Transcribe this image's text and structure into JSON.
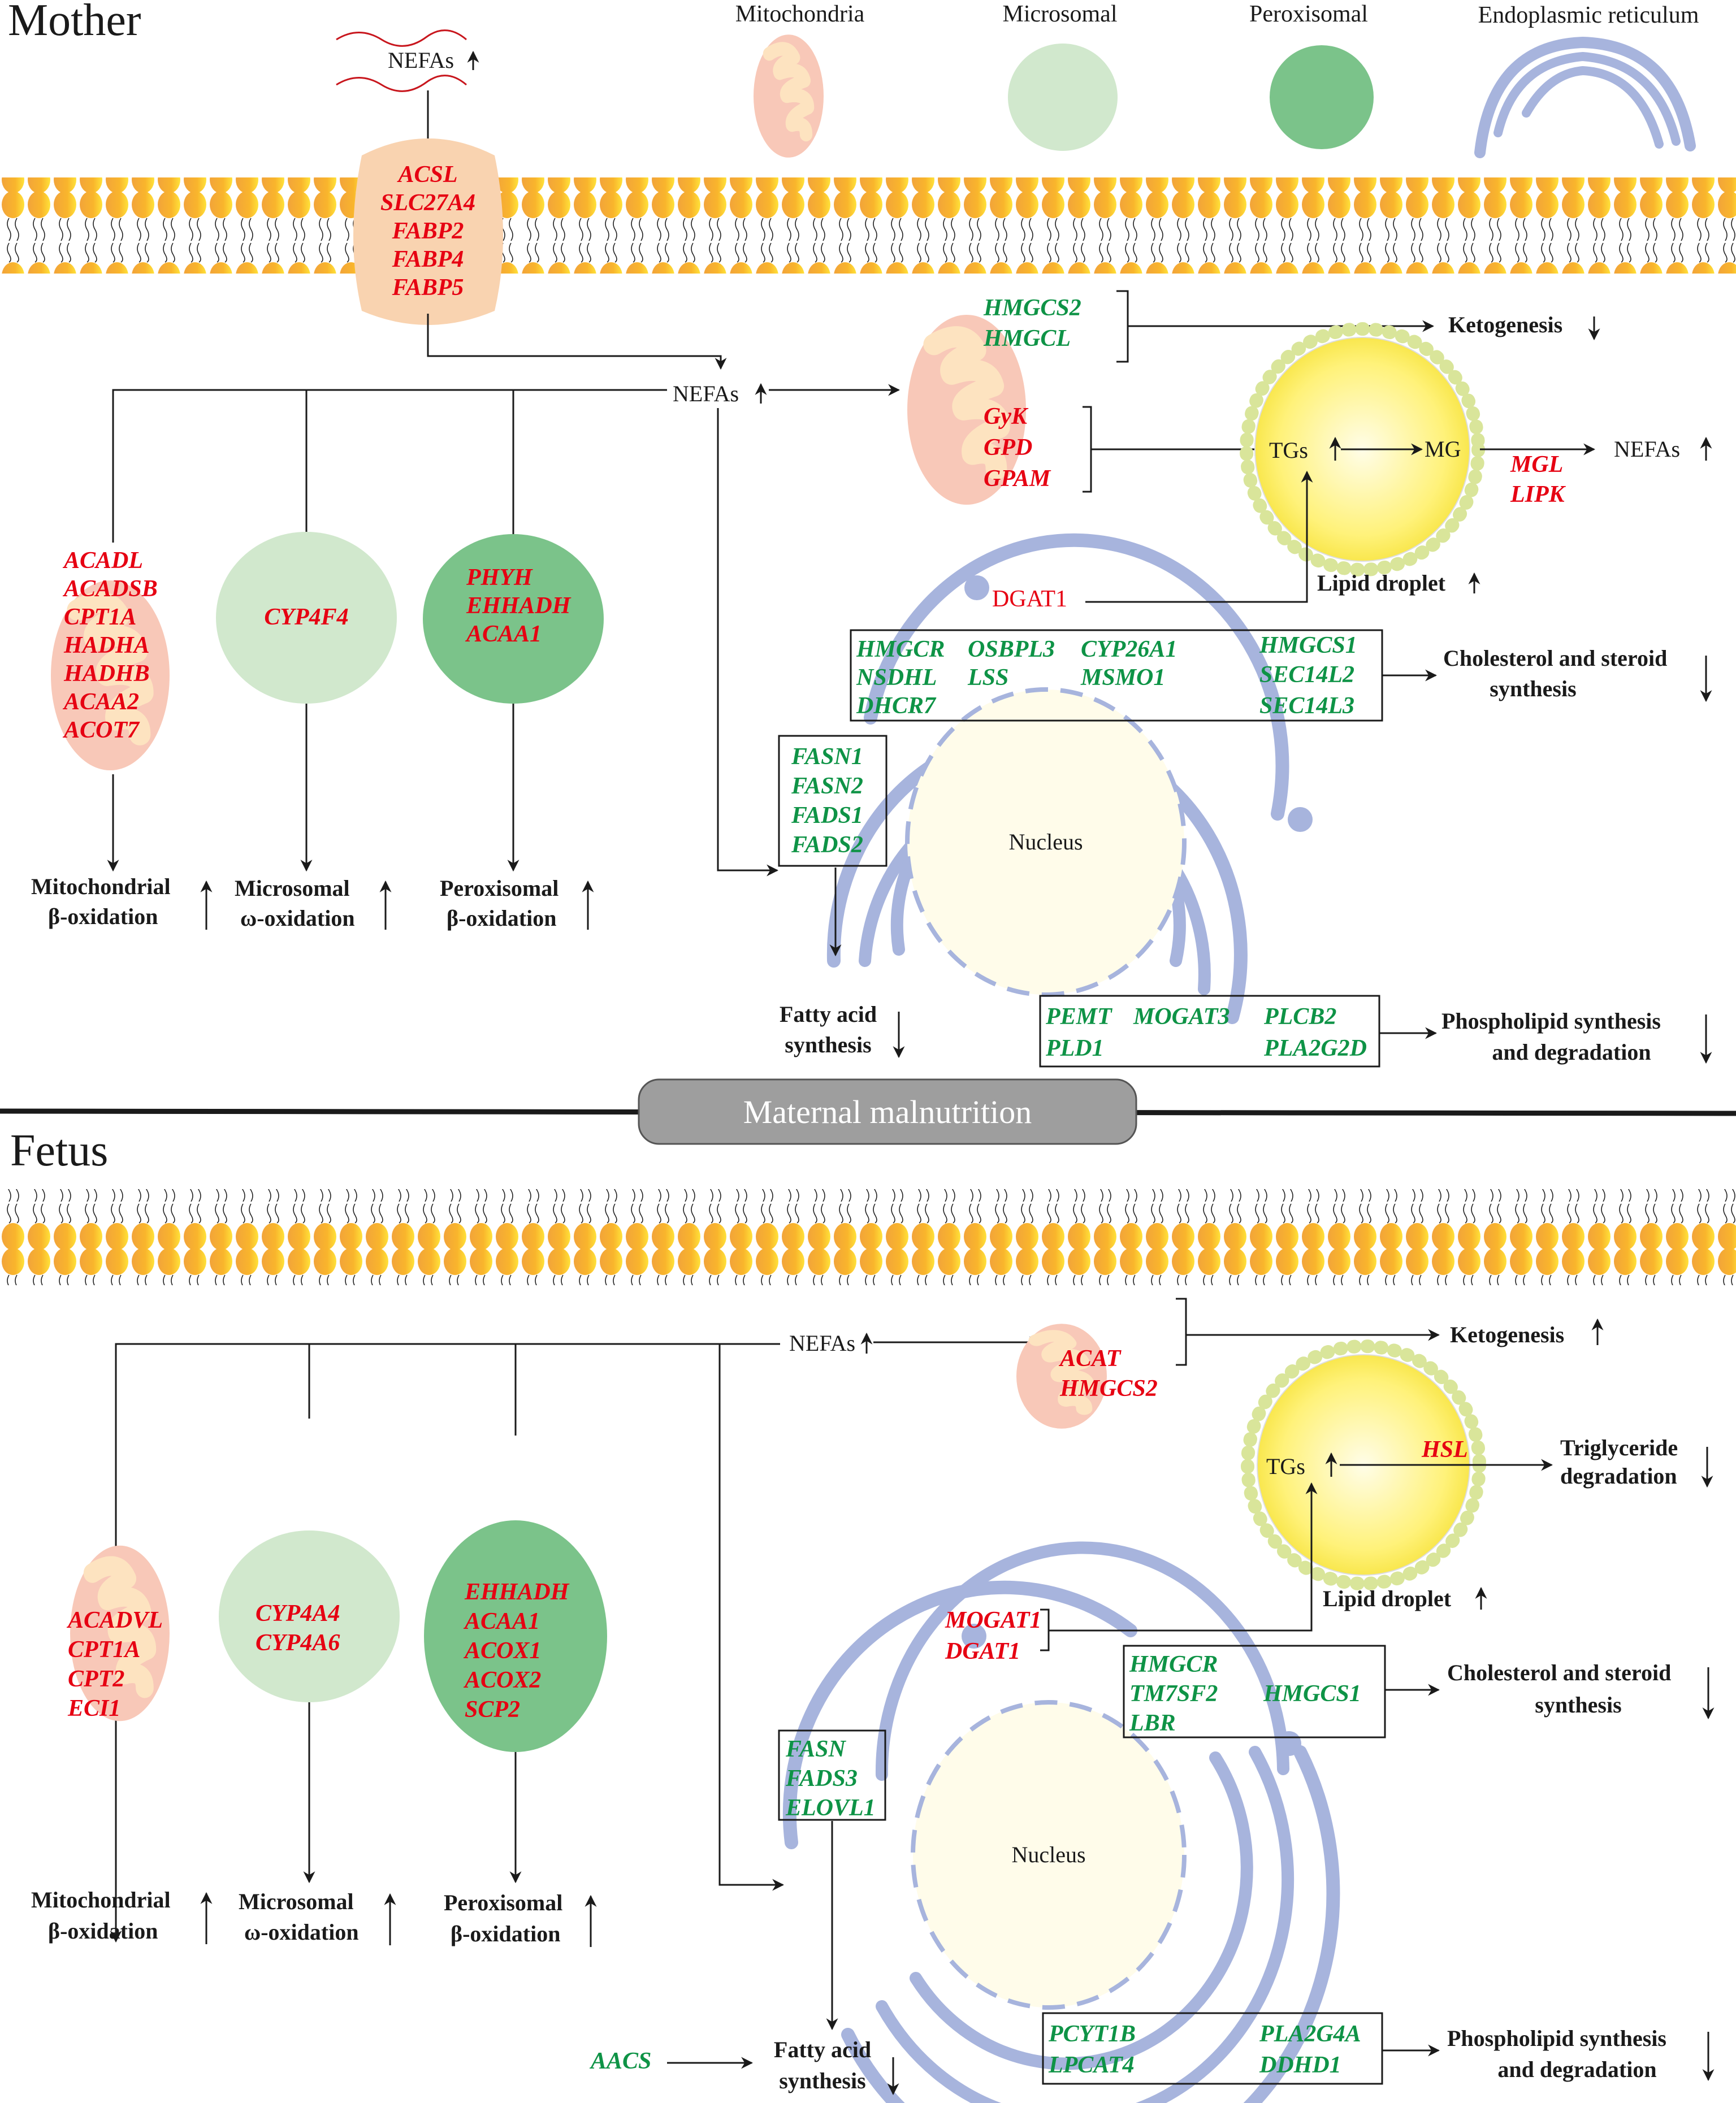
{
  "colors": {
    "upregulated_gene": "#e60012",
    "downregulated_gene": "#0e9346",
    "mitochondria": "#f8c8b8",
    "microsomal": "#d1e8cd",
    "peroxisomal": "#7bc38a",
    "endoplasmic_reticulum": "#a7b4dd",
    "membrane_head": "#f6a623",
    "lipid_droplet": "#fff27a",
    "divider_pill": "#9e9e9e"
  },
  "legend": {
    "mitochondria": "Mitochondria",
    "microsomal": "Microsomal",
    "peroxisomal": "Peroxisomal",
    "er": "Endoplasmic reticulum"
  },
  "divider": {
    "label": "Maternal malnutrition"
  },
  "mother": {
    "title": "Mother",
    "extracellular_nefas": "NEFAs",
    "transporter_genes": [
      "ACSL",
      "SLC27A4",
      "FABP2",
      "FABP4",
      "FABP5"
    ],
    "nefas": "NEFAs",
    "ketogenesis_genes": [
      "HMGCS2",
      "HMGCL"
    ],
    "ketogenesis": "Ketogenesis",
    "tg_genes": [
      "GyK",
      "GPD",
      "GPAM"
    ],
    "tgs": "TGs",
    "mg": "MG",
    "droplet_nefas": "NEFAs",
    "lipase_genes": [
      "MGL",
      "LIPK"
    ],
    "lipid_droplet": "Lipid droplet",
    "dgat": "DGAT1",
    "mito_genes": [
      "ACADL",
      "ACADSB",
      "CPT1A",
      "HADHA",
      "HADHB",
      "ACAA2",
      "ACOT7"
    ],
    "micro_genes": [
      "CYP4F4"
    ],
    "perox_genes": [
      "PHYH",
      "EHHADH",
      "ACAA1"
    ],
    "mito_out": [
      "Mitochondrial",
      "β-oxidation"
    ],
    "micro_out": [
      "Microsomal",
      "ω-oxidation"
    ],
    "perox_out": [
      "Peroxisomal",
      "β-oxidation"
    ],
    "chol_genes": {
      "col1": [
        "HMGCR",
        "NSDHL",
        "DHCR7"
      ],
      "col2": [
        "OSBPL3",
        "LSS"
      ],
      "col3": [
        "CYP26A1",
        "MSMO1"
      ],
      "col4": [
        "HMGCS1",
        "SEC14L2",
        "SEC14L3"
      ]
    },
    "chol_out": [
      "Cholesterol and steroid",
      "synthesis"
    ],
    "fa_genes": [
      "FASN1",
      "FASN2",
      "FADS1",
      "FADS2"
    ],
    "fa_out": [
      "Fatty acid",
      "synthesis"
    ],
    "nucleus": "Nucleus",
    "pl_genes": {
      "col1": [
        "PEMT",
        "PLD1"
      ],
      "col2": [
        "MOGAT3"
      ],
      "col3": [
        "PLCB2",
        "PLA2G2D"
      ]
    },
    "pl_out": [
      "Phospholipid synthesis",
      "and degradation"
    ],
    "arrows": {
      "nefas": "up",
      "ketogenesis": "down",
      "tgs": "up",
      "droplet_nefas": "up",
      "lipid_droplet": "up",
      "mito": "up",
      "micro": "up",
      "perox": "up",
      "chol": "down",
      "fa": "down",
      "pl": "down"
    }
  },
  "fetus": {
    "title": "Fetus",
    "nefas": "NEFAs",
    "ketogenesis_genes": [
      "ACAT",
      "HMGCS2"
    ],
    "ketogenesis": "Ketogenesis",
    "tgs": "TGs",
    "lipase_genes": [
      "HSL"
    ],
    "tg_out": [
      "Triglyceride",
      "degradation"
    ],
    "lipid_droplet": "Lipid droplet",
    "dgat_genes": [
      "MOGAT1",
      "DGAT1"
    ],
    "mito_genes": [
      "ACADVL",
      "CPT1A",
      "CPT2",
      "ECI1"
    ],
    "micro_genes": [
      "CYP4A4",
      "CYP4A6"
    ],
    "perox_genes": [
      "EHHADH",
      "ACAA1",
      "ACOX1",
      "ACOX2",
      "SCP2"
    ],
    "mito_out": [
      "Mitochondrial",
      "β-oxidation"
    ],
    "micro_out": [
      "Microsomal",
      "ω-oxidation"
    ],
    "perox_out": [
      "Peroxisomal",
      "β-oxidation"
    ],
    "chol_genes": {
      "col1": [
        "HMGCR",
        "TM7SF2",
        "LBR"
      ],
      "col2": [
        "HMGCS1"
      ]
    },
    "chol_out": [
      "Cholesterol and steroid",
      "synthesis"
    ],
    "fa_genes": [
      "FASN",
      "FADS3",
      "ELOVL1"
    ],
    "aacs": "AACS",
    "fa_out": [
      "Fatty acid",
      "synthesis"
    ],
    "nucleus": "Nucleus",
    "pl_genes": {
      "col1": [
        "PCYT1B",
        "LPCAT4"
      ],
      "col2": [
        "PLA2G4A",
        "DDHD1"
      ]
    },
    "pl_out": [
      "Phospholipid synthesis",
      "and degradation"
    ],
    "arrows": {
      "nefas": "up",
      "ketogenesis": "up",
      "tgs": "up",
      "tg_out": "down",
      "lipid_droplet": "up",
      "mito": "up",
      "micro": "up",
      "perox": "up",
      "chol": "down",
      "fa": "down",
      "pl": "down"
    }
  }
}
